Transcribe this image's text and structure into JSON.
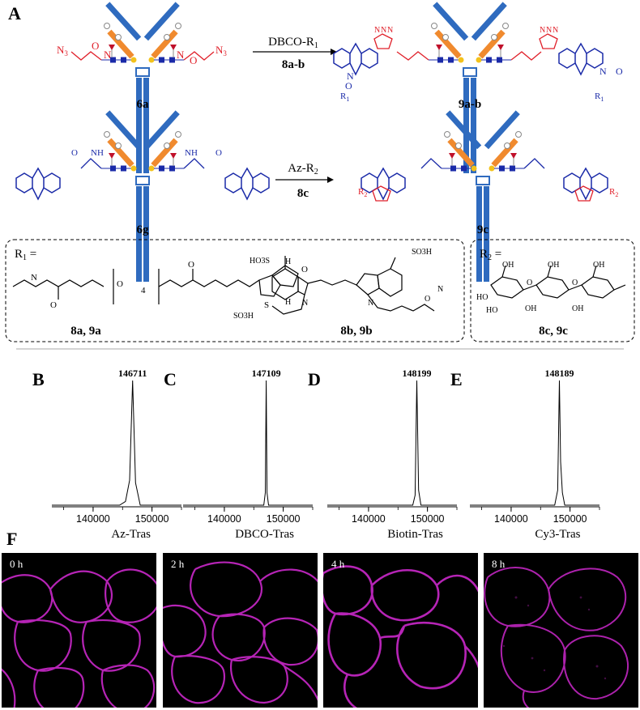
{
  "panels": {
    "A": "A",
    "B": "B",
    "C": "C",
    "D": "D",
    "E": "E",
    "F": "F"
  },
  "reaction1": {
    "start": "6a",
    "reagent": "DBCO-R",
    "reagent_sub": "1",
    "reagent_cmpd": "8a-b",
    "product": "9a-b",
    "start_group": "N3",
    "start_group_sub": "3"
  },
  "reaction2": {
    "start": "6g",
    "reagent": "Az-R",
    "reagent_sub": "2",
    "reagent_cmpd": "8c",
    "product": "9c"
  },
  "r1_box": {
    "title": "R",
    "title_sub": "1",
    "eq": " =",
    "so3h_a": "HO3S",
    "so3h_b": "SO3H",
    "so3h_c": "SO3H",
    "label_left": "8a, 9a",
    "label_right": "8b, 9b",
    "peg_n": "4"
  },
  "r2_box": {
    "title": "R",
    "title_sub": "2",
    "eq": " =",
    "label": "8c, 9c"
  },
  "glyco_atom_labels": [
    "O",
    "N",
    "H",
    "S",
    "HO",
    "OH"
  ],
  "spectra": [
    {
      "panel": "B",
      "peak_label": "146711",
      "caption": "Az-Tras"
    },
    {
      "panel": "C",
      "peak_label": "147109",
      "caption": "DBCO-Tras"
    },
    {
      "panel": "D",
      "peak_label": "148199",
      "caption": "Biotin-Tras"
    },
    {
      "panel": "E",
      "peak_label": "148189",
      "caption": "Cy3-Tras"
    }
  ],
  "spectra_ticks": [
    "140000",
    "150000"
  ],
  "chart_data": [
    {
      "type": "line",
      "title": "",
      "xlabel": "Az-Tras",
      "ylabel": "",
      "xlim": [
        133000,
        155000
      ],
      "x": [
        144500,
        145500,
        146200,
        146711,
        147200,
        148000
      ],
      "y": [
        0,
        0.03,
        0.2,
        1.0,
        0.18,
        0
      ],
      "peak": 146711,
      "xticks": [
        140000,
        150000
      ]
    },
    {
      "type": "line",
      "title": "",
      "xlabel": "DBCO-Tras",
      "ylabel": "",
      "xlim": [
        133000,
        155000
      ],
      "x": [
        146700,
        146950,
        147109,
        147250,
        147500
      ],
      "y": [
        0,
        0.1,
        1.0,
        0.1,
        0
      ],
      "peak": 147109,
      "xticks": [
        140000,
        150000
      ]
    },
    {
      "type": "line",
      "title": "",
      "xlabel": "Biotin-Tras",
      "ylabel": "",
      "xlim": [
        133000,
        155000
      ],
      "x": [
        147500,
        147900,
        148199,
        148500,
        148900
      ],
      "y": [
        0,
        0.08,
        1.0,
        0.12,
        0
      ],
      "peak": 148199,
      "xticks": [
        140000,
        150000
      ]
    },
    {
      "type": "line",
      "title": "",
      "xlabel": "Cy3-Tras",
      "ylabel": "",
      "xlim": [
        133000,
        155000
      ],
      "x": [
        147400,
        147900,
        148189,
        148400,
        148700,
        149100
      ],
      "y": [
        0,
        0.12,
        1.0,
        0.35,
        0.1,
        0
      ],
      "peak": 148189,
      "xticks": [
        140000,
        150000
      ]
    }
  ],
  "microscopy": [
    {
      "label": "0 h"
    },
    {
      "label": "2 h"
    },
    {
      "label": "4 h"
    },
    {
      "label": "8 h"
    }
  ],
  "colors": {
    "antibody_blue": "#2f6bbf",
    "antibody_orange": "#f08a2e",
    "azide_red": "#e0202a",
    "dbco_blue": "#1a2aa8",
    "glycan_yellow": "#f3c21b",
    "glycan_blue": "#1a2aa8",
    "fluor_magenta": "#c026c0"
  }
}
